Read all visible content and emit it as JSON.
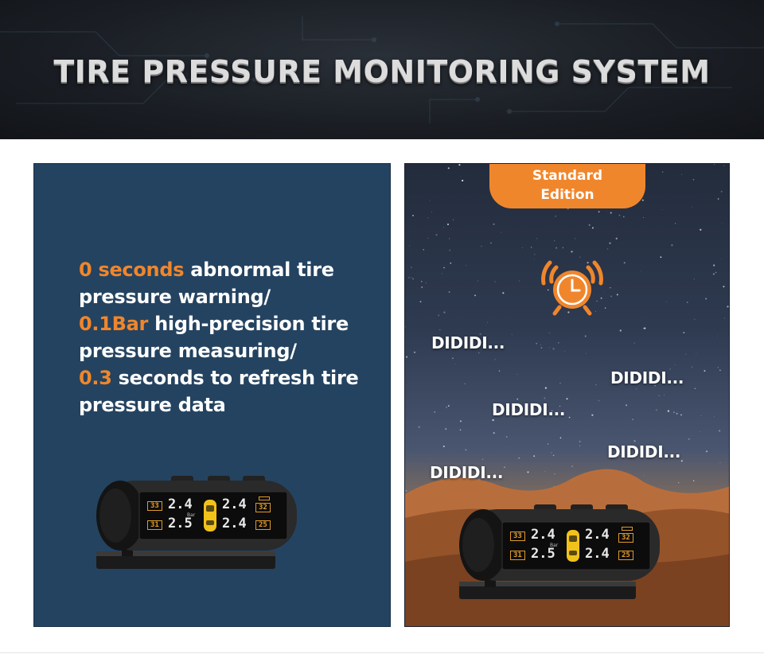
{
  "header": {
    "title": "TIRE PRESSURE MONITORING SYSTEM"
  },
  "left_panel": {
    "features": [
      {
        "accent": "0 seconds",
        "text": " abnormal tire pressure warning/"
      },
      {
        "accent": "0.1Bar",
        "text": " high-precision tire pressure measuring/"
      },
      {
        "accent": "0.3",
        "text": " seconds to refresh tire pressure data"
      }
    ]
  },
  "right_panel": {
    "badge_line1": "Standard",
    "badge_line2": "Edition",
    "alarm_icon": "alarm-clock-icon",
    "beeps": [
      "DIDIDI...",
      "DIDIDI...",
      "DIDIDI...",
      "DIDIDI...",
      "DIDIDI..."
    ]
  },
  "device": {
    "front_left_pressure": "2.4",
    "front_right_pressure": "2.4",
    "rear_left_pressure": "2.5",
    "rear_right_pressure": "2.4",
    "front_left_temp": "33",
    "front_right_temp": "32",
    "rear_left_temp": "31",
    "rear_right_temp": "25",
    "unit": "Bar"
  },
  "colors": {
    "accent": "#f0862c",
    "left_panel_bg": "#244360",
    "lcd_digits": "#e8e8e8",
    "lcd_temp": "#e09a2a",
    "car_icon": "#f2c21a"
  }
}
